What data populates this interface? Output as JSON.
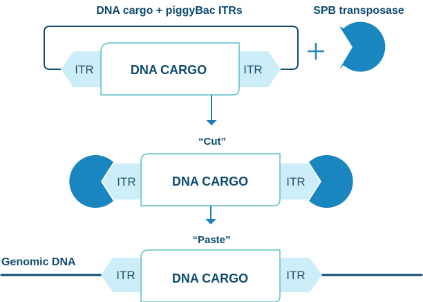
{
  "colors": {
    "dark_blue": "#0d4a6e",
    "transposase_blue": "#1a86bf",
    "itr_fill": "#cdeef8",
    "cargo_border": "#5bbfc9",
    "arrow": "#1a7fb8"
  },
  "top": {
    "title": "DNA cargo + piggyBac ITRs",
    "transposase_title": "SPB transposase",
    "plus": "+",
    "cargo_label": "DNA CARGO",
    "itr_left": "ITR",
    "itr_right": "ITR"
  },
  "cut": {
    "label": "“Cut”",
    "cargo_label": "DNA CARGO",
    "itr_left": "ITR",
    "itr_right": "ITR"
  },
  "paste": {
    "label": "“Paste”",
    "genomic_label": "Genomic DNA",
    "cargo_label": "DNA CARGO",
    "itr_left": "ITR",
    "itr_right": "ITR"
  }
}
